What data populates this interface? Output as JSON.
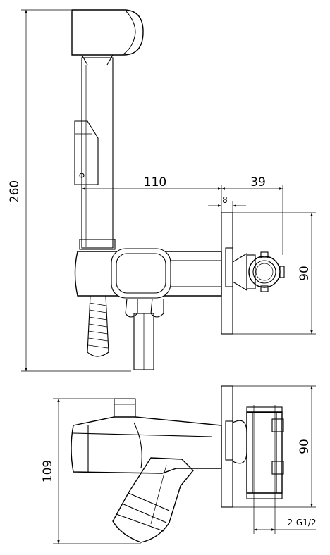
{
  "dimensions": {
    "total_height": "260",
    "body_length": "110",
    "plate_depth": "39",
    "plate_thickness": "8",
    "plate_height_front": "90",
    "side_height": "109",
    "plate_height_side": "90",
    "thread_spec": "2-G1/2"
  }
}
